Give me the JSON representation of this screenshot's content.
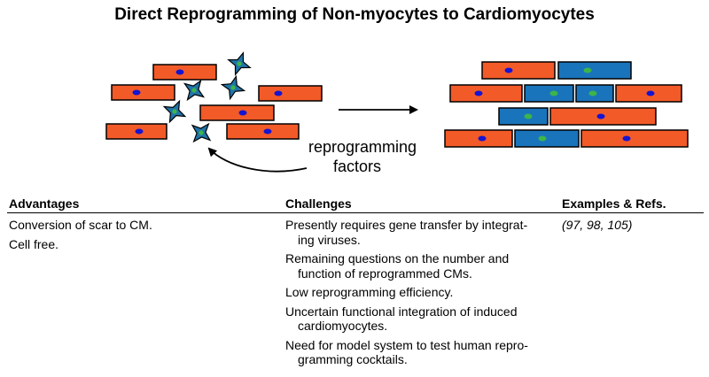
{
  "title": "Direct Reprogramming of Non-myocytes to Cardiomyocytes",
  "figure": {
    "factors_label_line1": "reprogramming",
    "factors_label_line2": "factors"
  },
  "colors": {
    "fibroblast": "#f25a28",
    "cardiomyocyte": "#1a74bb",
    "fibroblast_nucleus": "#1414d2",
    "cm_nucleus": "#3cb54a",
    "factor_star": "#2074a8",
    "factor_dot": "#3cb54a"
  },
  "table": {
    "headers": {
      "advantages": "Advantages",
      "challenges": "Challenges",
      "examples": "Examples & Refs."
    },
    "advantages": [
      "Conversion of scar to CM.",
      "Cell free."
    ],
    "challenges": [
      "Presently requires gene transfer by integrat-ing viruses.",
      "Remaining questions on the number and function of reprogrammed CMs.",
      "Low reprogramming efficiency.",
      "Uncertain functional integration of induced cardiomyocytes.",
      "Need for model system to test human repro-gramming cocktails."
    ],
    "challenges_lines": [
      [
        "Presently requires gene transfer by integrat-",
        "ing viruses."
      ],
      [
        "Remaining questions on the number and",
        "function of reprogrammed CMs."
      ],
      [
        "Low reprogramming efficiency."
      ],
      [
        "Uncertain functional integration of induced",
        "cardiomyocytes."
      ],
      [
        "Need for model system to test human repro-",
        "gramming cocktails."
      ]
    ],
    "examples": "(97, 98, 105)"
  }
}
